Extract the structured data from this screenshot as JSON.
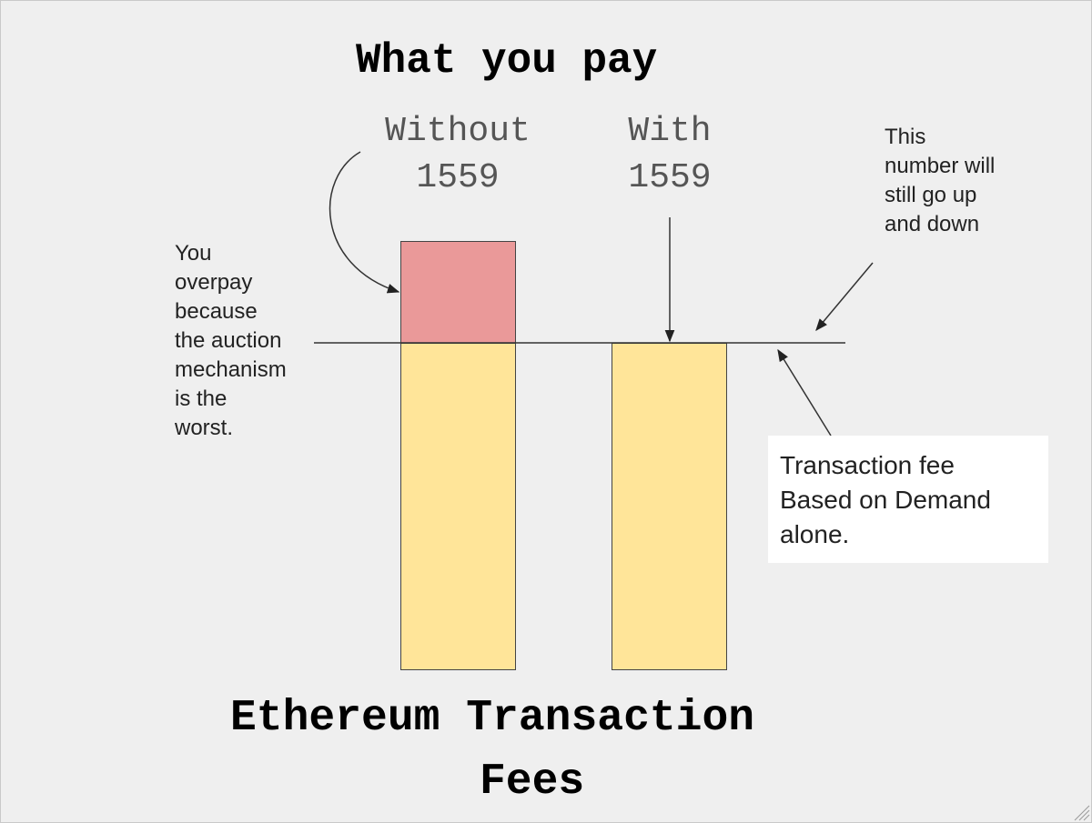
{
  "diagram": {
    "title": "What you pay",
    "footer": [
      "Ethereum Transaction",
      "Fees"
    ],
    "columns": [
      {
        "label": [
          "Without",
          "1559"
        ]
      },
      {
        "label": [
          "With",
          "1559"
        ]
      }
    ],
    "notes": {
      "overpay": [
        "You",
        "overpay",
        "because",
        "the auction",
        "mechanism",
        "is the",
        "worst."
      ],
      "fluctuate": [
        "This",
        "number will",
        "still go up",
        "and down"
      ],
      "fee_box": [
        "Transaction fee",
        "Based on Demand",
        "alone."
      ]
    },
    "colors": {
      "overpay_fill": "#ea9999",
      "fee_fill": "#ffe599",
      "background": "#efefef",
      "box_fill": "#ffffff"
    }
  }
}
